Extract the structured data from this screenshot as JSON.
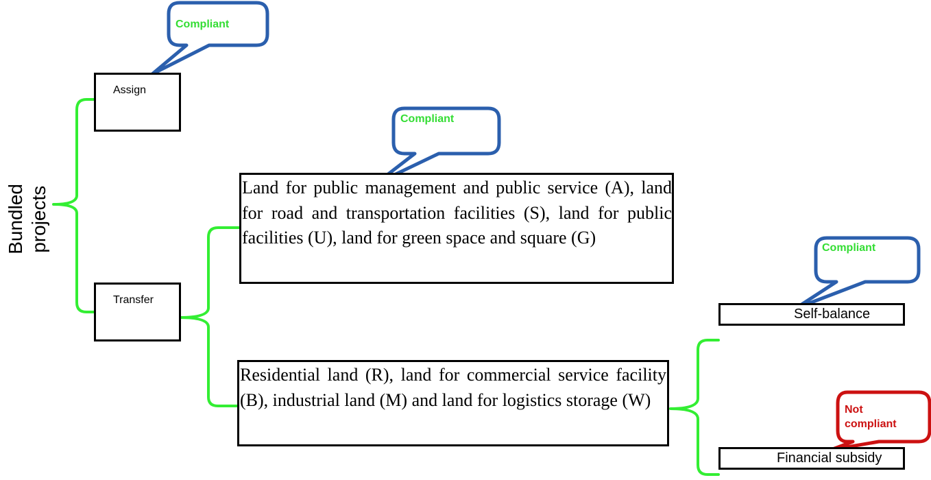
{
  "root": {
    "label": "Bundled\nprojects"
  },
  "branches": {
    "assign": {
      "label": "Assign"
    },
    "transfer": {
      "label": "Transfer"
    }
  },
  "land_categories": {
    "public": {
      "text": "Land for public management and public service (A), land for road and transportation facilities (S), land for public facilities (U), land for green space and square (G)"
    },
    "commercial": {
      "text": "Residential land (R), land for commercial service facility (B), industrial land (M) and land for logistics storage (W)"
    }
  },
  "funding": {
    "self_balance": {
      "label": "Self-balance"
    },
    "financial_subsidy": {
      "label": "Financial subsidy"
    }
  },
  "callouts": {
    "assign": {
      "text": "Compliant",
      "status": "compliant"
    },
    "public_land": {
      "text": "Compliant",
      "status": "compliant"
    },
    "self_balance": {
      "text": "Compliant",
      "status": "compliant"
    },
    "financial_subsidy": {
      "text": "Not\ncompliant",
      "status": "not-compliant"
    }
  },
  "colors": {
    "bracket": "#33ee33",
    "callout_ok_border": "#2b5fad",
    "callout_bad_border": "#cc1111",
    "compliant_text": "#33dd33",
    "not_compliant_text": "#cc1111",
    "box_border": "#000000"
  }
}
